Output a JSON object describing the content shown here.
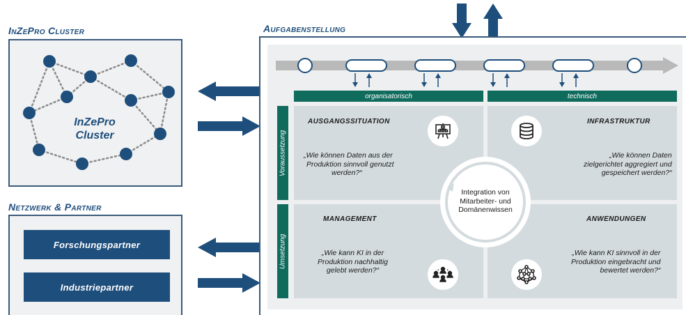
{
  "headings": {
    "cluster": "InZePro Cluster",
    "network": "Netzwerk & Partner",
    "task": "Aufgabenstellung"
  },
  "cluster_label": [
    "InZePro",
    "Cluster"
  ],
  "partners": {
    "research": "Forschungspartner",
    "industry": "Industriepartner"
  },
  "bars": {
    "organizational": "organisatorisch",
    "technical": "technisch",
    "prerequisite": "Voraussetzung",
    "implementation": "Umsetzung"
  },
  "quadrants": {
    "top_left": {
      "title": "AUSGANGSSITUATION",
      "text": [
        "„Wie können Daten aus der",
        "Produktion sinnvoll genutzt",
        "werden?“"
      ],
      "icon": "presentation-board-icon"
    },
    "top_right": {
      "title": "INFRASTRUKTUR",
      "text": [
        "„Wie können Daten",
        "zielgerichtet aggregiert und",
        "gespeichert werden?“"
      ],
      "icon": "database-icon"
    },
    "bottom_left": {
      "title": "MANAGEMENT",
      "text": [
        "„Wie kann KI in der",
        "Produktion nachhaltig",
        "gelebt werden?“"
      ],
      "icon": "team-icon"
    },
    "bottom_right": {
      "title": "ANWENDUNGEN",
      "text": [
        "„Wie kann KI sinnvoll in der",
        "Produktion eingebracht und",
        "bewertet werden?“"
      ],
      "icon": "neural-network-icon"
    }
  },
  "center": [
    "Integration von",
    "Mitarbeiter- und",
    "Domänenwissen"
  ],
  "colors": {
    "navy": "#1e4e7c",
    "green": "#0f6b5c",
    "quad_bg": "#d4dbde",
    "panel_bg": "#f0f1f2"
  }
}
